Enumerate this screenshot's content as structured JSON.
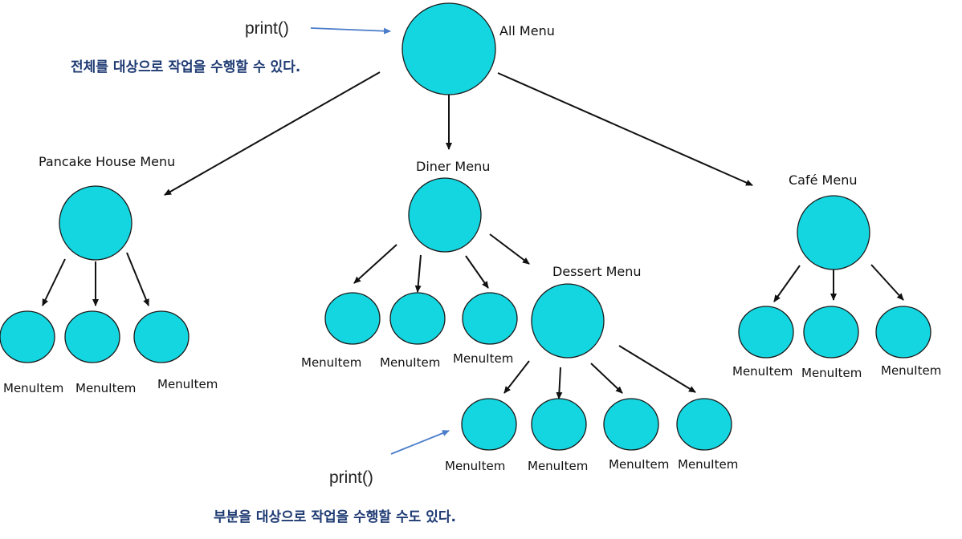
{
  "diagram": {
    "print_top": "print()",
    "print_bottom": "print()",
    "note_top": "전체를 대상으로 작업을 수행할 수 있다.",
    "note_bottom": "부분을 대상으로 작업을 수행할 수도 있다.",
    "root_label": "All Menu",
    "pancake_label": "Pancake House Menu",
    "diner_label": "Diner Menu",
    "cafe_label": "Café Menu",
    "dessert_label": "Dessert Menu",
    "item_label": "MenuItem"
  },
  "colors": {
    "node_fill": "#14d6e0",
    "node_stroke": "#1a1a1a",
    "edge": "#111111",
    "print_arrow": "#4a7cc9",
    "note_text": "#1f3b73"
  }
}
